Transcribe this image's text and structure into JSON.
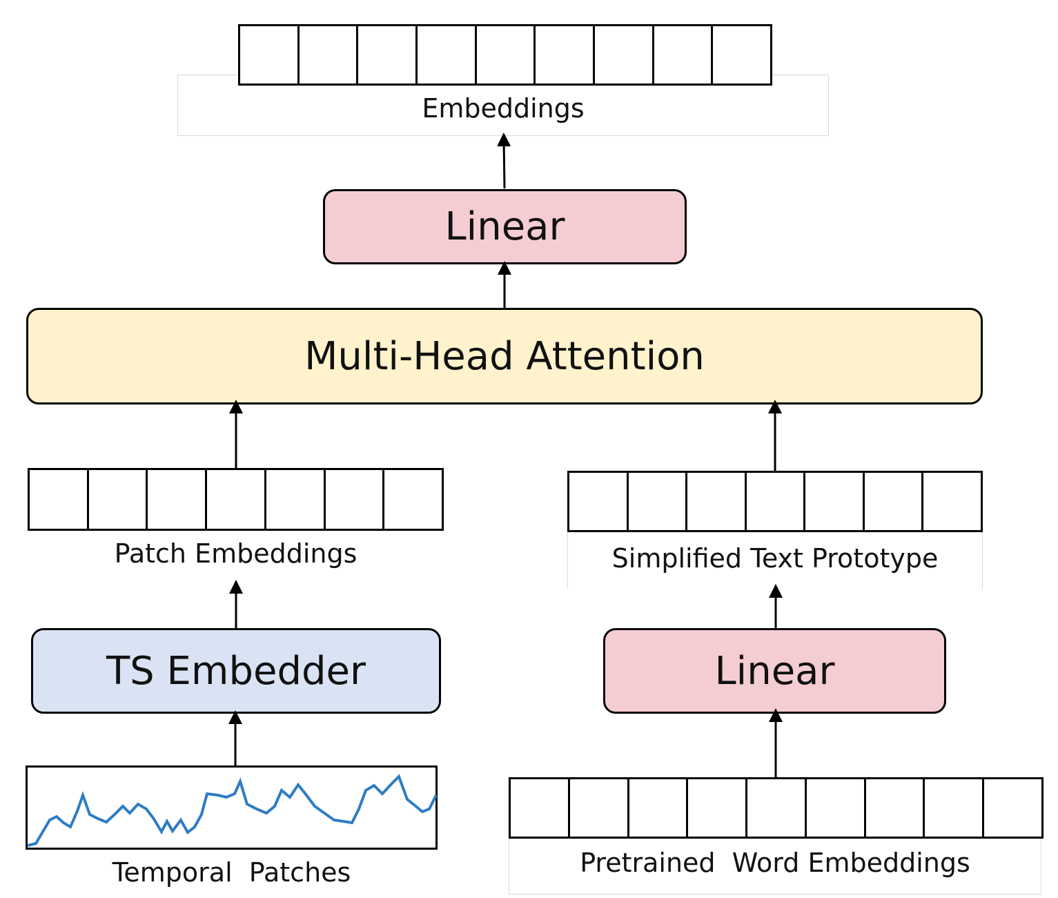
{
  "output": {
    "label": "Embeddings",
    "cells": 9
  },
  "linear_top": {
    "label": "Linear",
    "color": "#f4cdd3"
  },
  "attention": {
    "label": "Multi-Head Attention",
    "color": "#fff2cc"
  },
  "patch": {
    "label": "Patch Embeddings",
    "cells": 7
  },
  "text_proto": {
    "label": "Simplified Text Prototype",
    "cells": 7
  },
  "ts_embedder": {
    "label": "TS Embedder",
    "color": "#dae3f3"
  },
  "linear_bottom": {
    "label": "Linear",
    "color": "#f4cdd3"
  },
  "temporal": {
    "label": "Temporal  Patches",
    "line_color": "#2e7cc4"
  },
  "word": {
    "label": "Pretrained  Word Embeddings",
    "cells": 9
  }
}
